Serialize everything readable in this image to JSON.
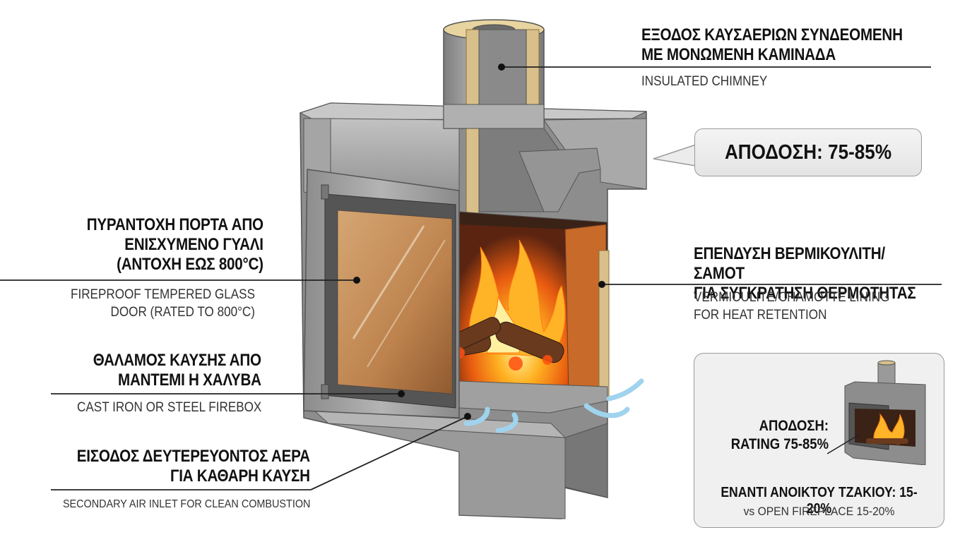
{
  "labels": {
    "chimney": {
      "greek": [
        "ΕΞΟΔΟΣ ΚΑΥΣΑΕΡΙΩΝ ΣΥΝΔΕΟΜΕΝΗ",
        "ΜΕ ΜΟΝΩΜΕΝΗ ΚΑΜΙΝΑΔΑ"
      ],
      "english": [
        "INSULATED CHIMNEY"
      ]
    },
    "door": {
      "greek": [
        "ΠΥΡΑΝΤΟΧΗ ΠΟΡΤΑ ΑΠΟ",
        "ΕΝΙΣΧΥΜΕΝΟ ΓΥΑΛΙ",
        "(ΑΝΤΟΧΗ ΕΩΣ 800°C)"
      ],
      "english": [
        "FIREPROOF  TEMPERED GLASS",
        "DOOR (RATED TO 800°C)"
      ]
    },
    "lining": {
      "greek": [
        "ΕΠΕΝΔΥΣΗ ΒΕΡΜΙΚΟΥΛΙΤΗ/ΣΑΜΟΤ",
        "ΓΙΑ ΣΥΓΚΡΑΤΗΣΗ ΘΕΡΜΟΤΗΤΑΣ"
      ],
      "english": [
        "VERMICULITE/CHAMOTTE LINING",
        "FOR HEAT RETENTION"
      ]
    },
    "firebox": {
      "greek": [
        "ΘΑΛΑΜΟΣ ΚΑΥΣΗΣ ΑΠΟ",
        "ΜΑΝΤΕΜΙ Η ΧΑΛΥΒΑ"
      ],
      "english": [
        "CAST IRON OR STEEL FIREBOX"
      ]
    },
    "air": {
      "greek": [
        "ΕΙΣΟΔΟΣ ΔΕΥΤΕΡΕΥΟΝΤΟΣ ΑΕΡΑ",
        "ΓΙΑ ΚΑΘΑΡΗ ΚΑΥΣΗ"
      ],
      "english": [
        "SECONDARY AIR INLET FOR CLEAN COMBUSTION"
      ]
    }
  },
  "efficiency_bubble": "ΑΠΟΔΟΣΗ: 75-85%",
  "comparison_card": {
    "rating": [
      "ΑΠΟΔΟΣΗ:",
      "RATING 75-85%"
    ],
    "vs_greek": "ΕΝΑΝΤΙ ΑΝΟΙΚΤΟΥ ΤΖΑΚΙΟΥ: 15-20%",
    "vs_english": "vs OPEN FIREPLACE 15-20%"
  },
  "colors": {
    "steel": "#9a9a9a",
    "steel_dark": "#6f6f6f",
    "insulation": "#d9c08a",
    "fire": "#ff7a10",
    "air_arrow": "#9fd3ee"
  }
}
